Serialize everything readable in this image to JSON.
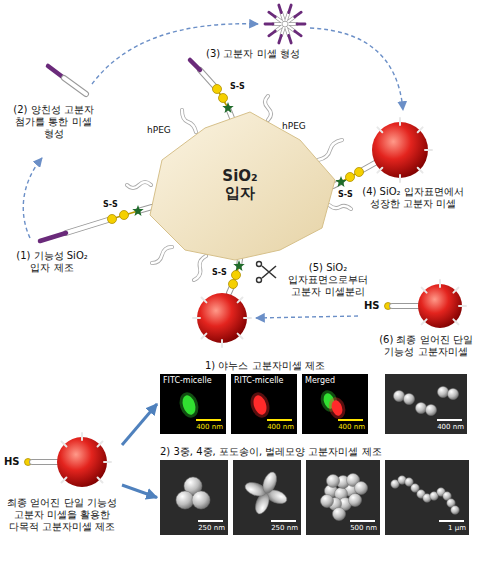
{
  "diagram": {
    "nodes": [
      {
        "text": [
          "SiO₂ 입자"
        ]
      },
      {
        "text": [
          "HS",
          "최종 얻어진 단일 기능성 고분자 미셀을 활용한 다목적 고분자미셀 제조"
        ]
      },
      {
        "text": [
          "FITC-micelle",
          "400 nm"
        ]
      },
      {
        "text": [
          "RITC-micelle",
          "400 nm"
        ]
      },
      {
        "text": [
          "Merged",
          "400 nm"
        ]
      },
      {
        "text": [
          "400 nm"
        ]
      },
      {
        "text": [
          "250 nm"
        ]
      },
      {
        "text": [
          "250 nm"
        ]
      },
      {
        "text": [
          "500 nm"
        ]
      },
      {
        "text": [
          "1 μm"
        ]
      }
    ],
    "edges": [
      {
        "from": 1,
        "to": 2,
        "arrow": "to"
      },
      {
        "from": 1,
        "to": 6,
        "arrow": "to"
      }
    ],
    "labels": [
      "(3) 고분자 미셀 형성",
      "(2) 양친성 고분자 첨가를 통한 미셀 형성",
      "hPEG",
      "hPEG",
      "S-S",
      "S-S",
      "S-S",
      "S-S",
      "(1) 기능성 SiO₂ 입자 제조",
      "(4) SiO₂ 입자표면에서 성장한 고분자 미셀",
      "(5) SiO₂ 입자표면으로부터 고분자 미셀분리",
      "HS",
      "(6) 최종 얻어진 단일 기능성 고분자미셀",
      "1) 야누스 고분자미셀 제조",
      "2) 3중, 4중, 포도송이, 벌레모양 고분자미셀 제조"
    ]
  }
}
